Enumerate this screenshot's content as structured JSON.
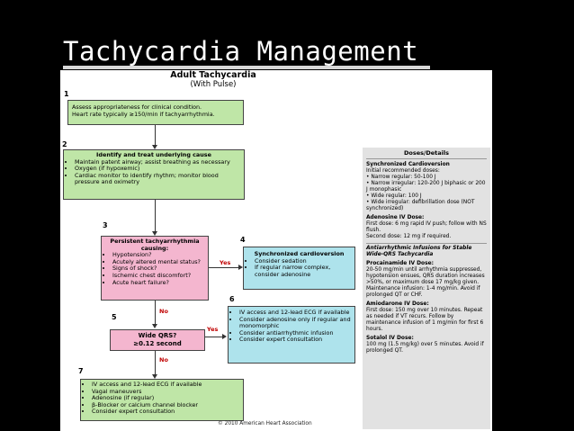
{
  "slide": {
    "title": "Tachycardia Management"
  },
  "chart": {
    "title": "Adult Tachycardia",
    "subtitle": "(With Pulse)",
    "copyright": "© 2010 American Heart Association",
    "steps": {
      "s1": {
        "number": "1",
        "lines": [
          "Assess appropriateness for clinical condition.",
          "Heart rate typically ≥150/min if tachyarrhythmia."
        ]
      },
      "s2": {
        "number": "2",
        "heading": "Identify and treat underlying cause",
        "items": [
          "Maintain patent airway; assist breathing as necessary",
          "Oxygen (if hypoxemic)",
          "Cardiac monitor to identify rhythm; monitor blood pressure and oximetry"
        ]
      },
      "s3": {
        "number": "3",
        "heading": "Persistent tachyarrhythmia causing:",
        "items": [
          "Hypotension?",
          "Acutely altered mental status?",
          "Signs of shock?",
          "Ischemic chest discomfort?",
          "Acute heart failure?"
        ]
      },
      "s4": {
        "number": "4",
        "heading": "Synchronized cardioversion",
        "items": [
          "Consider sedation",
          "If regular narrow complex, consider adenosine"
        ]
      },
      "s5": {
        "number": "5",
        "lines": [
          "Wide QRS?",
          "≥0.12 second"
        ]
      },
      "s6": {
        "number": "6",
        "items": [
          "IV access and 12-lead ECG if available",
          "Consider adenosine only if regular and monomorphic",
          "Consider antiarrhythmic infusion",
          "Consider expert consultation"
        ]
      },
      "s7": {
        "number": "7",
        "items": [
          "IV access and 12-lead ECG if available",
          "Vagal maneuvers",
          "Adenosine (if regular)",
          "β-Blocker or calcium channel blocker",
          "Consider expert consultation"
        ]
      }
    },
    "labels": {
      "yes1": "Yes",
      "no1": "No",
      "yes2": "Yes",
      "no2": "No"
    },
    "doses": {
      "heading": "Doses/Details",
      "sync_title": "Synchronized Cardioversion",
      "sync_intro": "Initial recommended doses:",
      "sync_items": [
        "Narrow regular: 50-100 J",
        "Narrow irregular: 120-200 J biphasic or 200 J monophasic",
        "Wide regular: 100 J",
        "Wide irregular: defibrillation dose (NOT synchronized)"
      ],
      "adenosine_title": "Adenosine IV Dose:",
      "adenosine_text": "First dose: 6 mg rapid IV push; follow with NS flush.\nSecond dose: 12 mg if required.",
      "anti_title": "Antiarrhythmic Infusions for Stable Wide-QRS Tachycardia",
      "procain_title": "Procainamide IV Dose:",
      "procain_text": "20-50 mg/min until arrhythmia suppressed, hypotension ensues, QRS duration increases >50%, or maximum dose 17 mg/kg given. Maintenance infusion: 1-4 mg/min. Avoid if prolonged QT or CHF.",
      "amio_title": "Amiodarone IV Dose:",
      "amio_text": "First dose: 150 mg over 10 minutes. Repeat as needed if VT recurs. Follow by maintenance infusion of 1 mg/min for first 6 hours.",
      "sotalol_title": "Sotalol IV Dose:",
      "sotalol_text": "100 mg (1.5 mg/kg) over 5 minutes. Avoid if prolonged QT."
    }
  }
}
